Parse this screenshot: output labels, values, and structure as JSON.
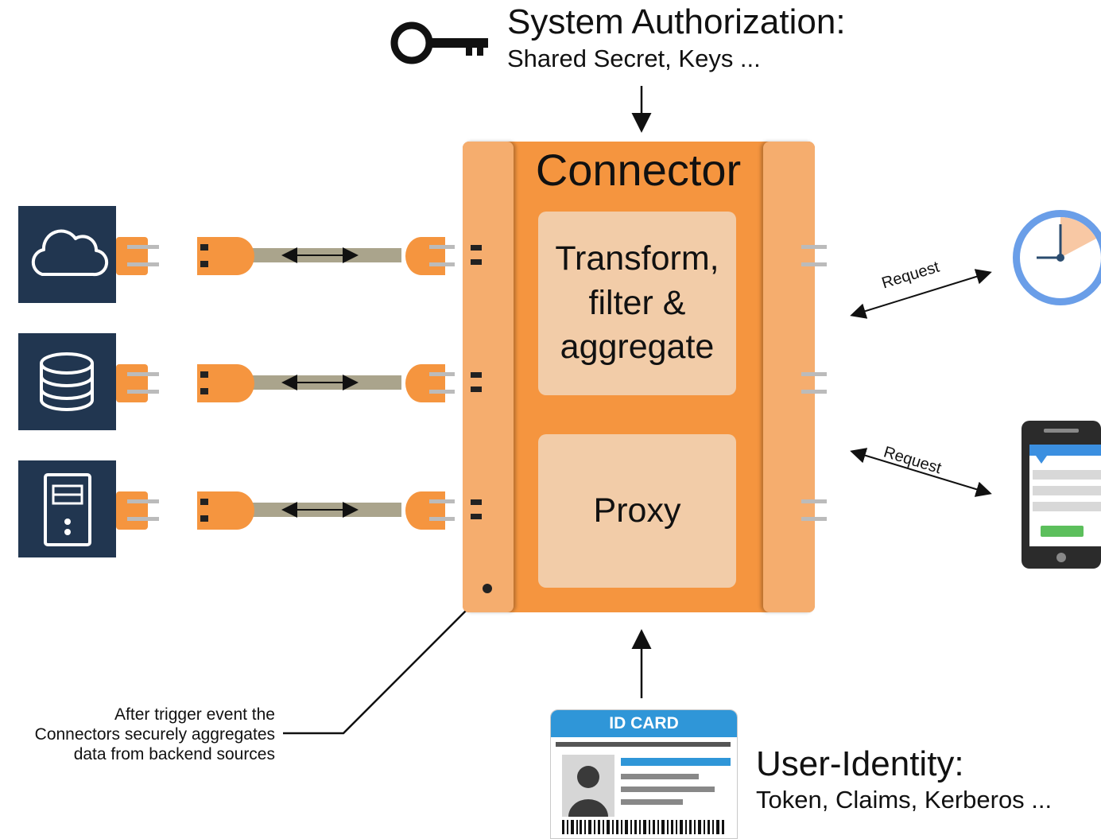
{
  "auth": {
    "title": "System Authorization:",
    "subtitle": "Shared Secret, Keys ..."
  },
  "connector": {
    "title": "Connector",
    "transform": [
      "Transform,",
      "filter &",
      "aggregate"
    ],
    "proxy": "Proxy"
  },
  "sources": [
    "cloud-icon",
    "database-icon",
    "server-icon"
  ],
  "consumers": {
    "request_label_top": "Request",
    "request_label_bottom": "Request"
  },
  "note": {
    "lines": [
      "After trigger event the",
      "Connectors securely aggregates",
      "data from backend sources"
    ]
  },
  "identity": {
    "card_title": "ID CARD",
    "title": "User-Identity:",
    "subtitle": "Token, Claims, Kerberos ..."
  },
  "colors": {
    "connector_core": "#f5953f",
    "connector_side": "#f5ad6e",
    "inner_box": "#f2cca8",
    "source_box": "#213650",
    "plug": "#f5953f",
    "cable": "#aaa48c",
    "clock_ring": "#6a9ee8",
    "id_header": "#2f96d8"
  }
}
